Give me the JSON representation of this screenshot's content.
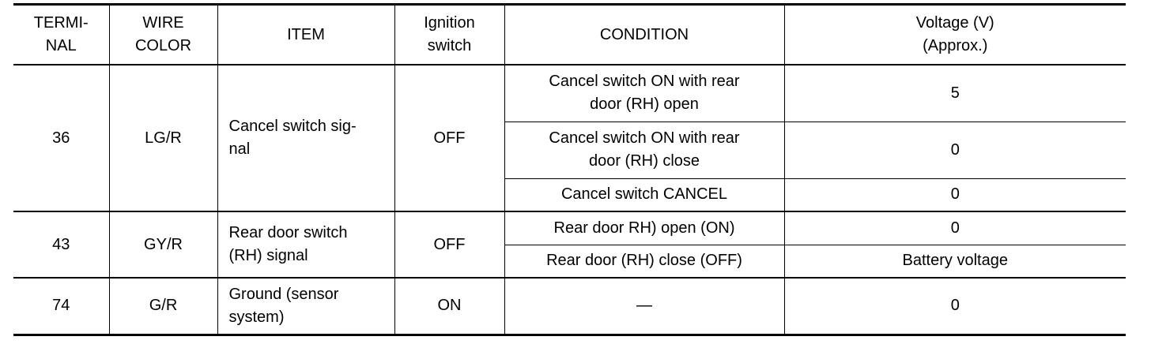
{
  "headers": {
    "terminal": [
      "TERMI-",
      "NAL"
    ],
    "wire_color": [
      "WIRE",
      "COLOR"
    ],
    "item": "ITEM",
    "ignition": [
      "Ignition",
      "switch"
    ],
    "condition": "CONDITION",
    "voltage": [
      "Voltage (V)",
      "(Approx.)"
    ]
  },
  "rows": [
    {
      "terminal": "36",
      "wire_color": "LG/R",
      "item": [
        "Cancel switch sig-",
        "nal"
      ],
      "ignition": "OFF",
      "conditions": [
        {
          "condition": [
            "Cancel switch ON with rear",
            "door (RH) open"
          ],
          "voltage": "5"
        },
        {
          "condition": [
            "Cancel switch ON with rear",
            "door (RH) close"
          ],
          "voltage": "0"
        },
        {
          "condition": [
            "Cancel switch CANCEL"
          ],
          "voltage": "0"
        }
      ]
    },
    {
      "terminal": "43",
      "wire_color": "GY/R",
      "item": [
        "Rear door switch",
        "(RH) signal"
      ],
      "ignition": "OFF",
      "conditions": [
        {
          "condition": [
            "Rear door RH) open (ON)"
          ],
          "voltage": "0"
        },
        {
          "condition": [
            "Rear door (RH) close (OFF)"
          ],
          "voltage": "Battery voltage"
        }
      ]
    },
    {
      "terminal": "74",
      "wire_color": "G/R",
      "item": [
        "Ground (sensor",
        "system)"
      ],
      "ignition": "ON",
      "conditions": [
        {
          "condition": [
            "—"
          ],
          "voltage": "0"
        }
      ]
    }
  ]
}
